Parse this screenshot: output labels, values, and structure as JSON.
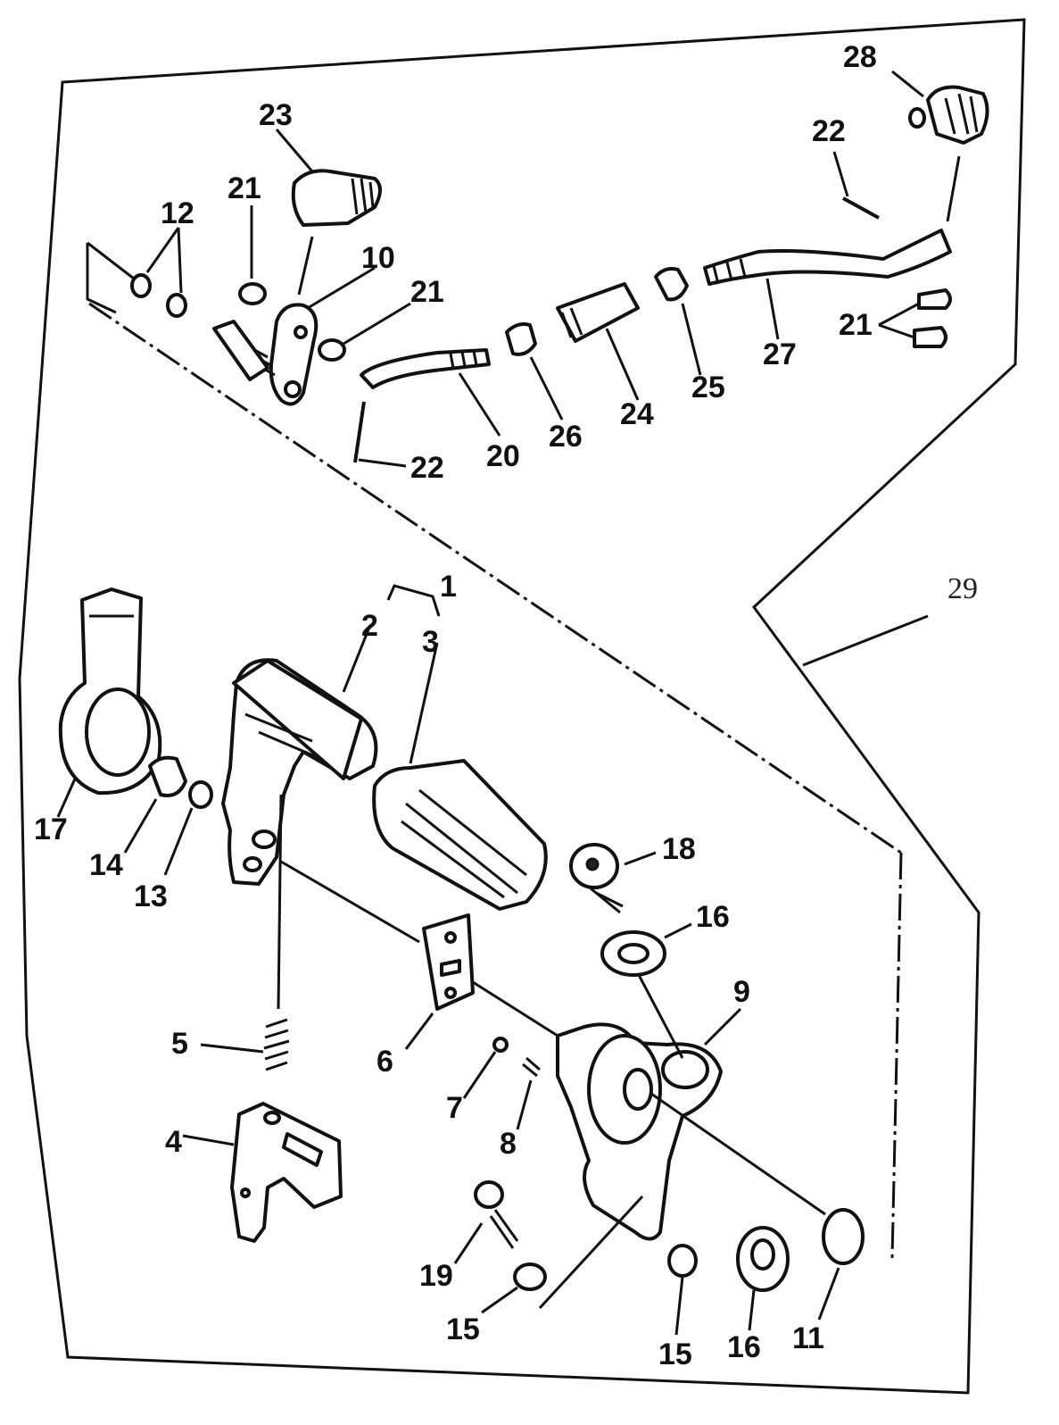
{
  "diagram": {
    "labels": [
      {
        "id": "28",
        "text": "28"
      },
      {
        "id": "23",
        "text": "23"
      },
      {
        "id": "22a",
        "text": "22"
      },
      {
        "id": "21a",
        "text": "21"
      },
      {
        "id": "12",
        "text": "12"
      },
      {
        "id": "10",
        "text": "10"
      },
      {
        "id": "21b",
        "text": "21"
      },
      {
        "id": "21c",
        "text": "21"
      },
      {
        "id": "27",
        "text": "27"
      },
      {
        "id": "25",
        "text": "25"
      },
      {
        "id": "24",
        "text": "24"
      },
      {
        "id": "26",
        "text": "26"
      },
      {
        "id": "20",
        "text": "20"
      },
      {
        "id": "22b",
        "text": "22"
      },
      {
        "id": "29",
        "text": "29"
      },
      {
        "id": "1",
        "text": "1"
      },
      {
        "id": "2",
        "text": "2"
      },
      {
        "id": "3",
        "text": "3"
      },
      {
        "id": "17",
        "text": "17"
      },
      {
        "id": "14",
        "text": "14"
      },
      {
        "id": "13",
        "text": "13"
      },
      {
        "id": "18",
        "text": "18"
      },
      {
        "id": "16a",
        "text": "16"
      },
      {
        "id": "9",
        "text": "9"
      },
      {
        "id": "5",
        "text": "5"
      },
      {
        "id": "6",
        "text": "6"
      },
      {
        "id": "7",
        "text": "7"
      },
      {
        "id": "8",
        "text": "8"
      },
      {
        "id": "4",
        "text": "4"
      },
      {
        "id": "19",
        "text": "19"
      },
      {
        "id": "15a",
        "text": "15"
      },
      {
        "id": "15b",
        "text": "15"
      },
      {
        "id": "16b",
        "text": "16"
      },
      {
        "id": "11",
        "text": "11"
      }
    ]
  }
}
